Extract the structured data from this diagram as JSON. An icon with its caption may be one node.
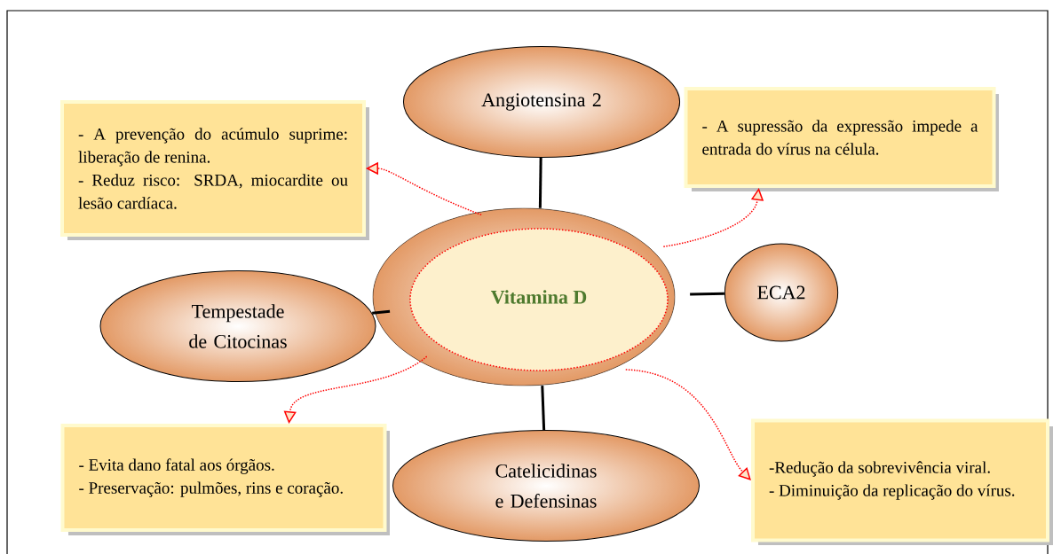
{
  "diagram": {
    "nodes": [
      {
        "text": [
          "Vitamina D"
        ]
      },
      {
        "text": [
          "Angiotensina 2"
        ]
      },
      {
        "text": [
          "ECA2"
        ]
      },
      {
        "text": [
          "Tempestade de Citocinas"
        ]
      },
      {
        "text": [
          "Catelicidinas e Defensinas"
        ]
      },
      {
        "text": [
          "- A prevenção do acúmulo suprime: liberação de renina.",
          "- Reduz risco: SRDA, miocardite ou lesão cardíaca."
        ]
      },
      {
        "text": [
          "- A supressão da expressão impede a entrada do vírus na célula."
        ]
      },
      {
        "text": [
          "- Evita dano fatal aos órgãos.",
          "- Preservação: pulmões, rins e coração."
        ]
      },
      {
        "text": [
          "-Redução da sobrevivência viral.",
          "- Diminuição da replicação do vírus."
        ]
      }
    ],
    "edges": [
      {
        "from": 0,
        "to": 1,
        "arrow": "none"
      },
      {
        "from": 0,
        "to": 2,
        "arrow": "none"
      },
      {
        "from": 0,
        "to": 3,
        "arrow": "none"
      },
      {
        "from": 0,
        "to": 4,
        "arrow": "none"
      },
      {
        "from": 0,
        "to": 5,
        "arrow": "to",
        "style": "dashed",
        "color": "#ff0000"
      },
      {
        "from": 0,
        "to": 6,
        "arrow": "to",
        "style": "dashed",
        "color": "#ff0000"
      },
      {
        "from": 0,
        "to": 7,
        "arrow": "to",
        "style": "dashed",
        "color": "#ff0000"
      },
      {
        "from": 0,
        "to": 8,
        "arrow": "to",
        "style": "dashed",
        "color": "#ff0000"
      }
    ]
  }
}
